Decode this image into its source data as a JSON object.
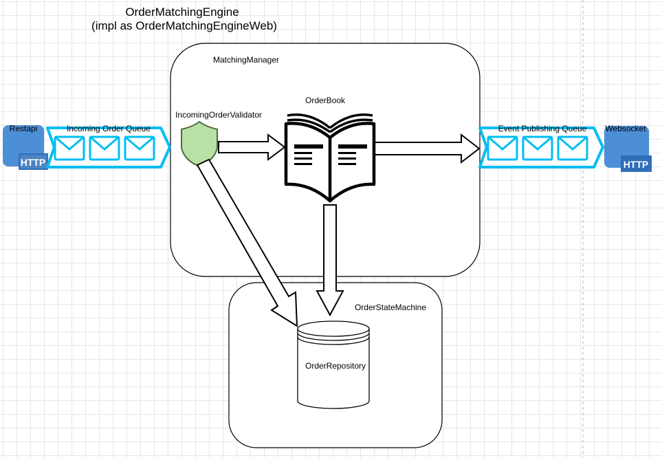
{
  "diagram": {
    "title_line1": "OrderMatchingEngine",
    "title_line2": "(impl as OrderMatchingEngineWeb)",
    "matching_manager_label": "MatchingManager",
    "validator_label": "IncomingOrderValidator",
    "order_book_label": "OrderBook",
    "incoming_queue_label": "Incoming Order Queue",
    "event_queue_label": "Event Publishing Queue",
    "restapi_label": "Restapi",
    "websocket_label": "Websocket",
    "http_badge": "HTTP",
    "state_machine_label": "OrderStateMachine",
    "repository_label": "OrderRepository"
  },
  "colors": {
    "queue": "#00bef2",
    "http_blue": "#4d8fd6",
    "shield_fill": "#b9e0a5",
    "shield_stroke": "#4d6b3c"
  }
}
